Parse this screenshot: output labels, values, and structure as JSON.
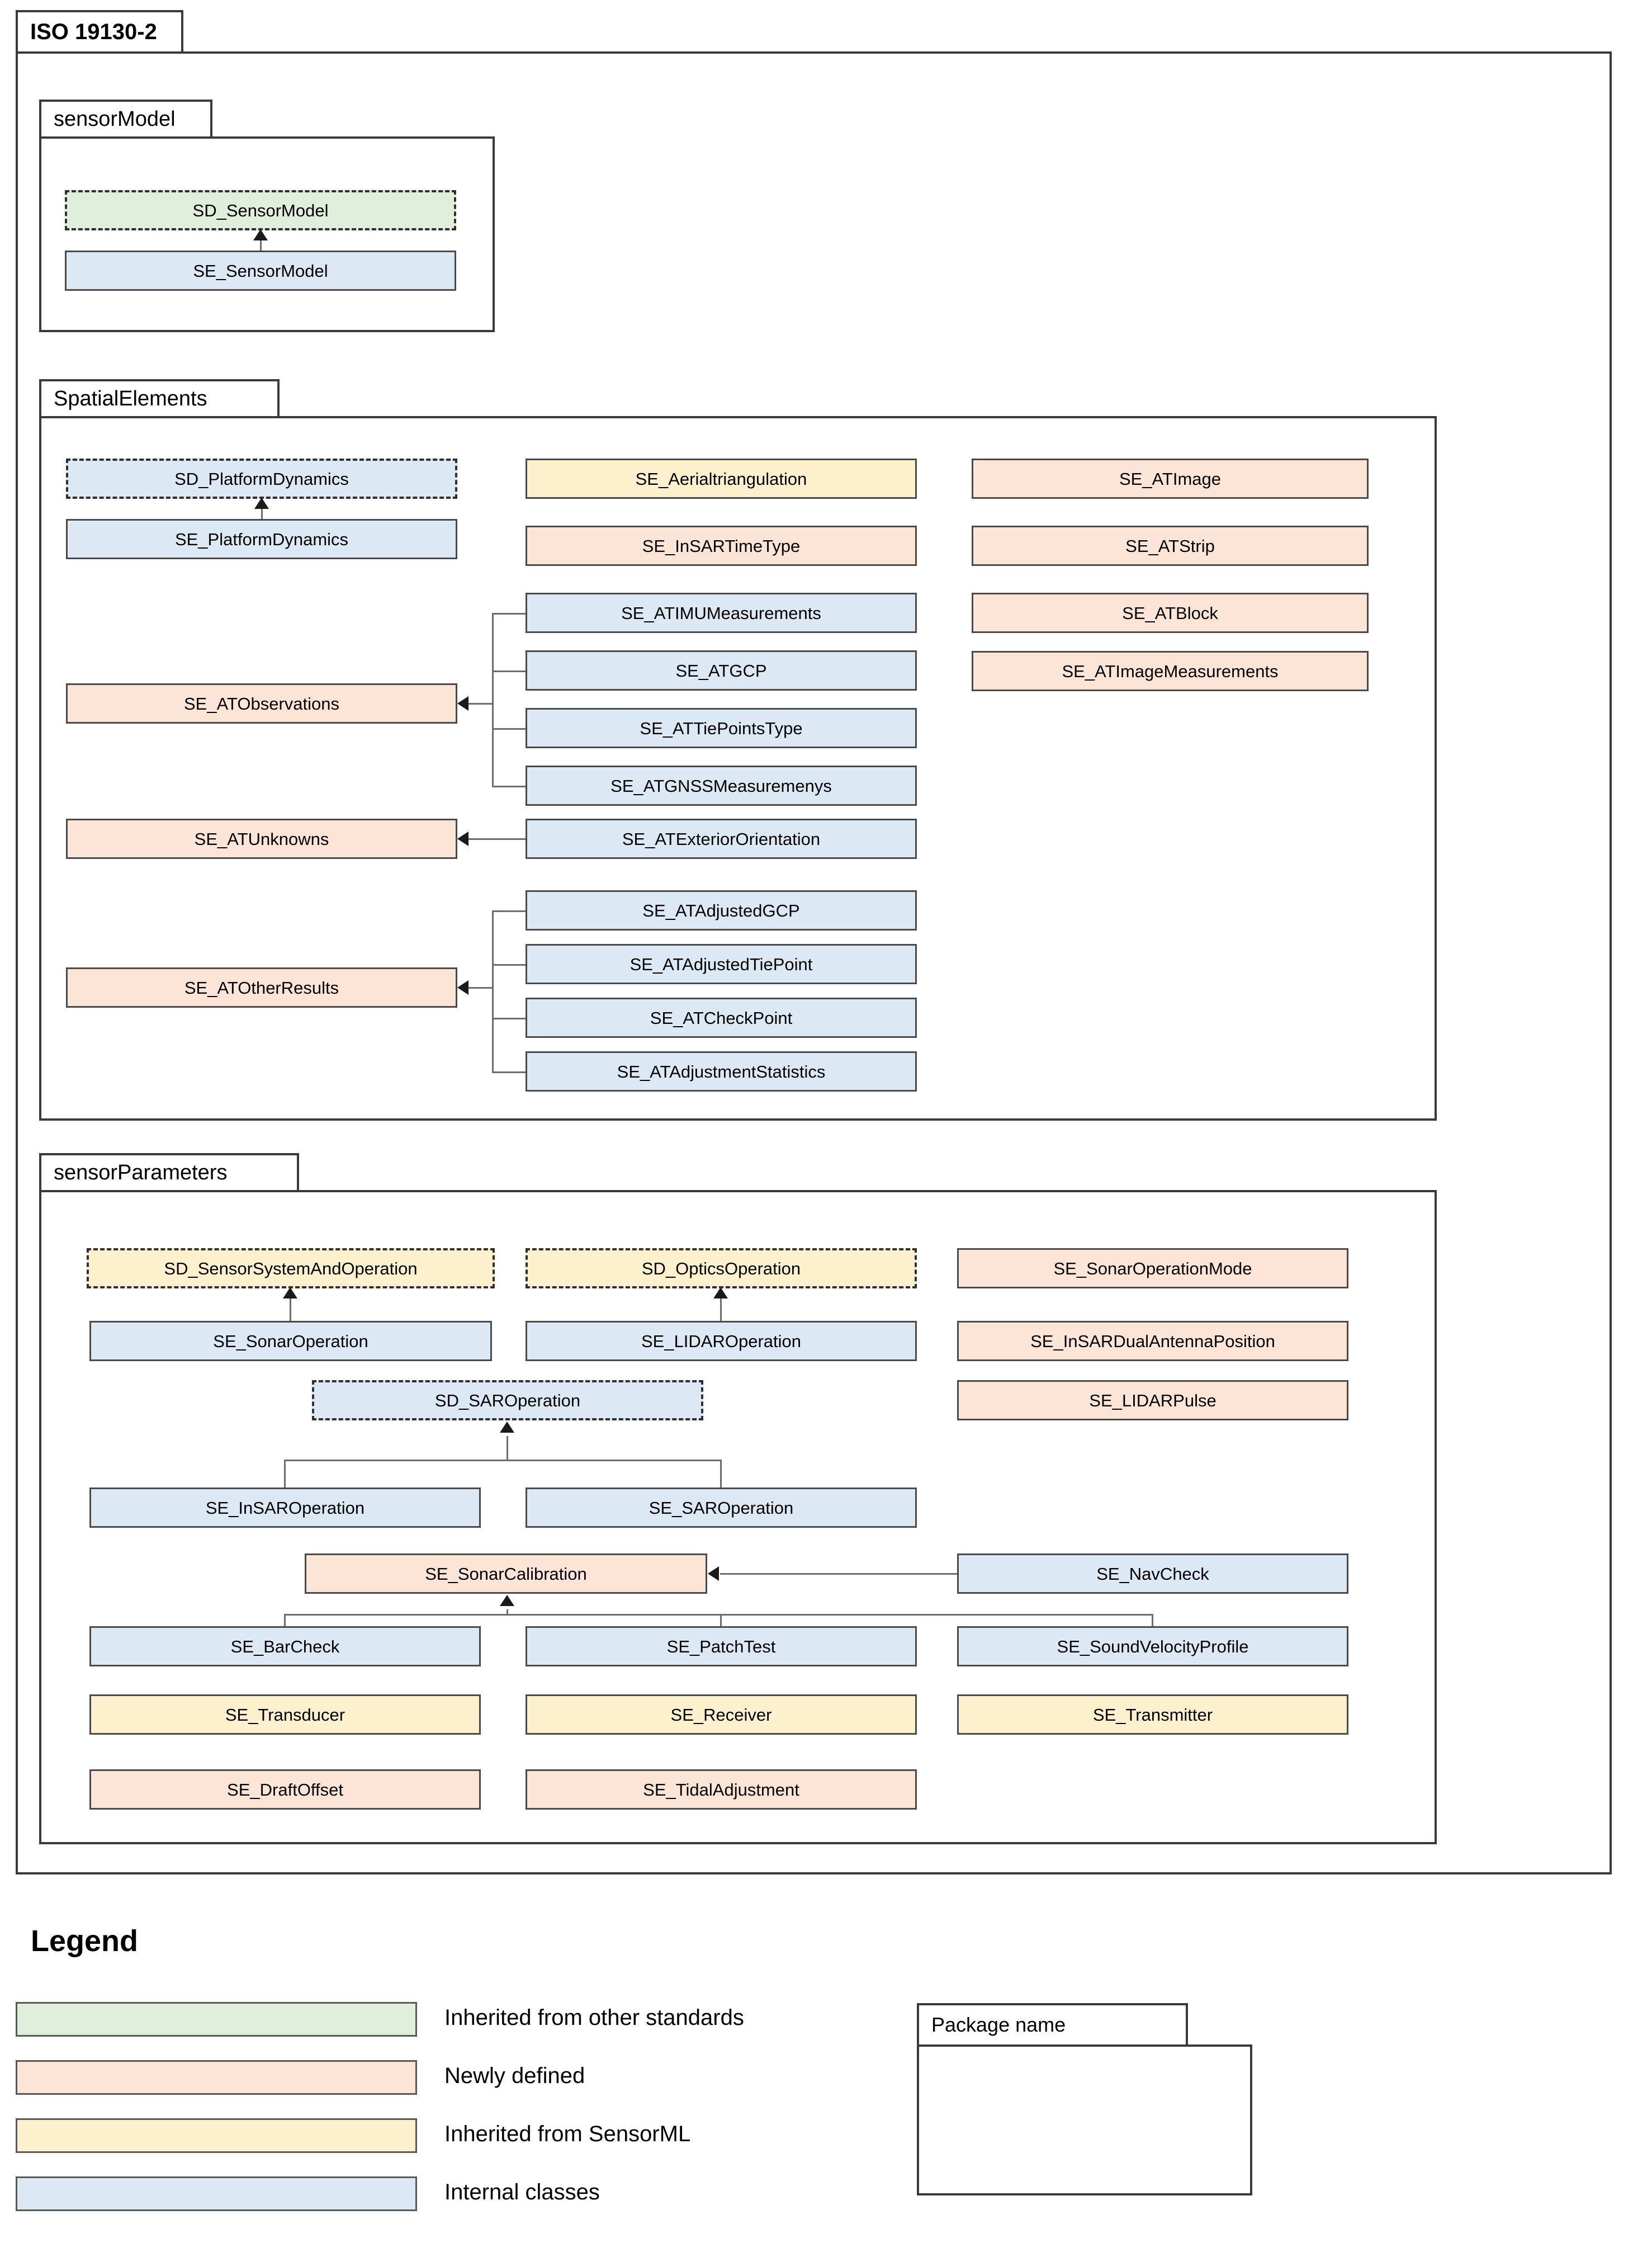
{
  "diagram": {
    "root_package": "ISO 19130-2",
    "packages": [
      {
        "name": "sensorModel",
        "classes": [
          {
            "label": "SD_SensorModel",
            "style": "green-dashed"
          },
          {
            "label": "SE_SensorModel",
            "style": "blue"
          }
        ]
      },
      {
        "name": "SpatialElements",
        "classes": [
          {
            "label": "SD_PlatformDynamics",
            "style": "blue-dashed"
          },
          {
            "label": "SE_PlatformDynamics",
            "style": "blue"
          },
          {
            "label": "SE_Aerialtriangulation",
            "style": "yellow"
          },
          {
            "label": "SE_InSARTimeType",
            "style": "peach"
          },
          {
            "label": "SE_ATImage",
            "style": "peach"
          },
          {
            "label": "SE_ATStrip",
            "style": "peach"
          },
          {
            "label": "SE_ATBlock",
            "style": "peach"
          },
          {
            "label": "SE_ATImageMeasurements",
            "style": "peach"
          },
          {
            "label": "SE_ATObservations",
            "style": "peach"
          },
          {
            "label": "SE_ATIMUMeasurements",
            "style": "blue"
          },
          {
            "label": "SE_ATGCP",
            "style": "blue"
          },
          {
            "label": "SE_ATTiePointsType",
            "style": "blue"
          },
          {
            "label": "SE_ATGNSSMeasuremenys",
            "style": "blue"
          },
          {
            "label": "SE_ATUnknowns",
            "style": "peach"
          },
          {
            "label": "SE_ATExteriorOrientation",
            "style": "blue"
          },
          {
            "label": "SE_ATOtherResults",
            "style": "peach"
          },
          {
            "label": "SE_ATAdjustedGCP",
            "style": "blue"
          },
          {
            "label": "SE_ATAdjustedTiePoint",
            "style": "blue"
          },
          {
            "label": "SE_ATCheckPoint",
            "style": "blue"
          },
          {
            "label": "SE_ATAdjustmentStatistics",
            "style": "blue"
          }
        ]
      },
      {
        "name": "sensorParameters",
        "classes": [
          {
            "label": "SD_SensorSystemAndOperation",
            "style": "yellow-dashed"
          },
          {
            "label": "SD_OpticsOperation",
            "style": "yellow-dashed"
          },
          {
            "label": "SE_SonarOperationMode",
            "style": "peach"
          },
          {
            "label": "SE_SonarOperation",
            "style": "blue"
          },
          {
            "label": "SE_LIDAROperation",
            "style": "blue"
          },
          {
            "label": "SE_InSARDualAntennaPosition",
            "style": "peach"
          },
          {
            "label": "SD_SAROperation",
            "style": "blue-dashed"
          },
          {
            "label": "SE_LIDARPulse",
            "style": "peach"
          },
          {
            "label": "SE_InSAROperation",
            "style": "blue"
          },
          {
            "label": "SE_SAROperation",
            "style": "blue"
          },
          {
            "label": "SE_SonarCalibration",
            "style": "peach"
          },
          {
            "label": "SE_NavCheck",
            "style": "blue"
          },
          {
            "label": "SE_BarCheck",
            "style": "blue"
          },
          {
            "label": "SE_PatchTest",
            "style": "blue"
          },
          {
            "label": "SE_SoundVelocityProfile",
            "style": "blue"
          },
          {
            "label": "SE_Transducer",
            "style": "yellow"
          },
          {
            "label": "SE_Receiver",
            "style": "yellow"
          },
          {
            "label": "SE_Transmitter",
            "style": "yellow"
          },
          {
            "label": "SE_DraftOffset",
            "style": "peach"
          },
          {
            "label": "SE_TidalAdjustment",
            "style": "peach"
          }
        ]
      }
    ]
  },
  "legend": {
    "title": "Legend",
    "items": [
      {
        "label": "Inherited from other standards",
        "color": "#dfefdc"
      },
      {
        "label": "Newly defined",
        "color": "#fce4d6"
      },
      {
        "label": "Inherited from SensorML",
        "color": "#fdf0cc"
      },
      {
        "label": "Internal classes",
        "color": "#dce9f5"
      }
    ],
    "package_example": "Package name"
  },
  "colors": {
    "green": "#dfefdc",
    "peach": "#fce4d6",
    "yellow": "#fdf0cc",
    "blue": "#dce9f5",
    "border": "#4a4a4a",
    "connector": "#6d6d6d"
  }
}
